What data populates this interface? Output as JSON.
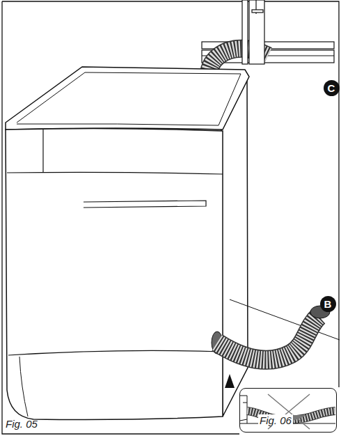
{
  "diagram": {
    "nodes": [
      {
        "text": [
          "C"
        ]
      },
      {
        "text": [
          "B"
        ]
      },
      {
        "text": [
          "Fig. 06"
        ]
      }
    ],
    "labels": [
      "Fig. 05"
    ]
  }
}
